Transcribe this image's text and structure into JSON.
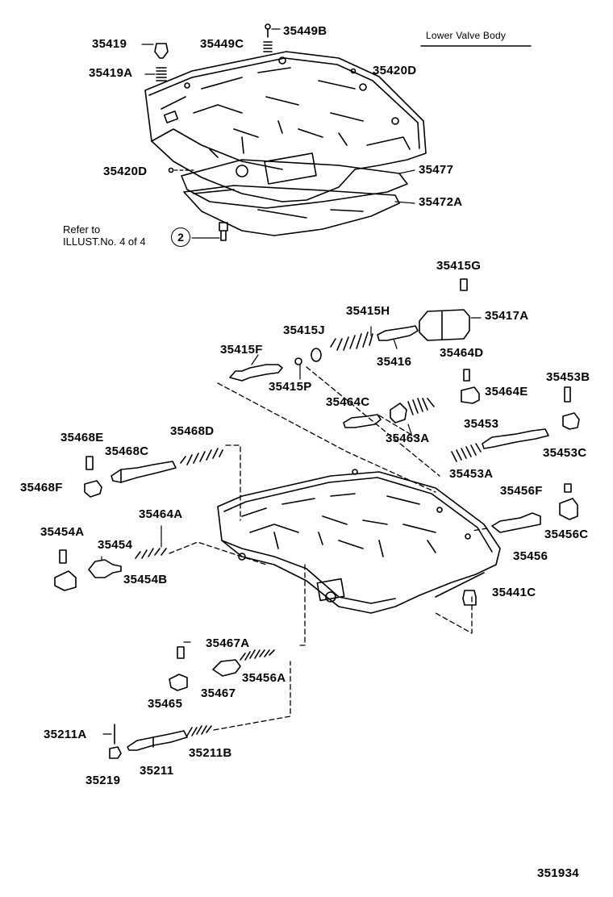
{
  "diagram": {
    "title": "Lower Valve Body",
    "reference_note_line1": "Refer to",
    "reference_note_line2": "ILLUST.No. 4 of 4",
    "reference_circle": "2",
    "illustration_number": "351934"
  },
  "parts": {
    "p35419": "35419",
    "p35419A": "35419A",
    "p35449C": "35449C",
    "p35449B": "35449B",
    "p35420D_top": "35420D",
    "p35420D_left": "35420D",
    "p35477": "35477",
    "p35472A": "35472A",
    "p35415G": "35415G",
    "p35415H": "35415H",
    "p35417A": "35417A",
    "p35415J": "35415J",
    "p35415F": "35415F",
    "p35416": "35416",
    "p35415P": "35415P",
    "p35464D": "35464D",
    "p35464E": "35464E",
    "p35453B": "35453B",
    "p35464C": "35464C",
    "p35463A": "35463A",
    "p35453": "35453",
    "p35453C": "35453C",
    "p35453A": "35453A",
    "p35468E": "35468E",
    "p35468D": "35468D",
    "p35468C": "35468C",
    "p35468F": "35468F",
    "p35456F": "35456F",
    "p35456C": "35456C",
    "p35464A": "35464A",
    "p35456": "35456",
    "p35454A": "35454A",
    "p35454": "35454",
    "p35454B": "35454B",
    "p35441C": "35441C",
    "p35467A": "35467A",
    "p35456A": "35456A",
    "p35465": "35465",
    "p35467": "35467",
    "p35211A": "35211A",
    "p35211B": "35211B",
    "p35211": "35211",
    "p35219": "35219"
  }
}
